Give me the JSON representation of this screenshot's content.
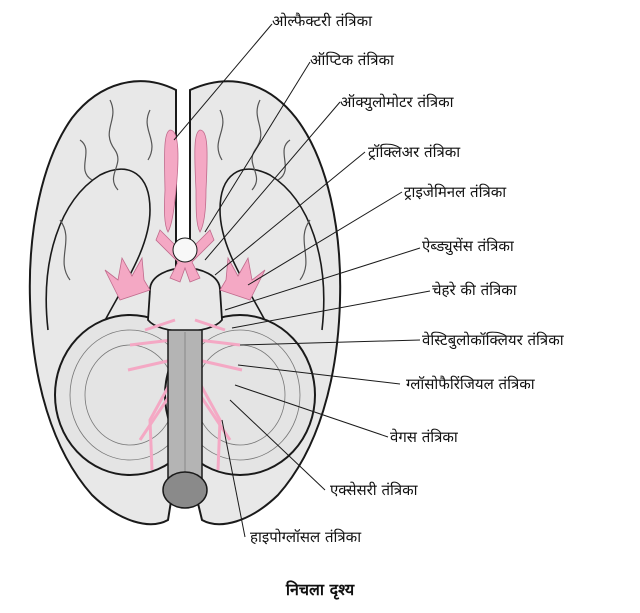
{
  "labels": {
    "olfactory": "ओल्फैक्टरी तंत्रिका",
    "optic": "ऑप्टिक तंत्रिका",
    "oculomotor": "ऑक्युलोमोटर तंत्रिका",
    "trochlear": "ट्रॉक्लिअर तंत्रिका",
    "trigeminal": "ट्राइजेमिनल तंत्रिका",
    "abducens": "ऐब्ड्युसेंस तंत्रिका",
    "facial": "चेहरे की तंत्रिका",
    "vestibulocochlear": "वेस्टिबुलोकॉक्लियर तंत्रिका",
    "glossopharyngeal": "ग्लॉसोफैरिंजियल तंत्रिका",
    "vagus": "वेगस तंत्रिका",
    "accessory": "एक्सेसरी तंत्रिका",
    "hypoglossal": "हाइपोग्लॉसल तंत्रिका"
  },
  "caption": "निचला दृश्य",
  "colors": {
    "brain": "#e8e8e8",
    "nerve": "#f4a8c4",
    "stem": "#b4b4b4",
    "outline": "#1a1a1a"
  }
}
